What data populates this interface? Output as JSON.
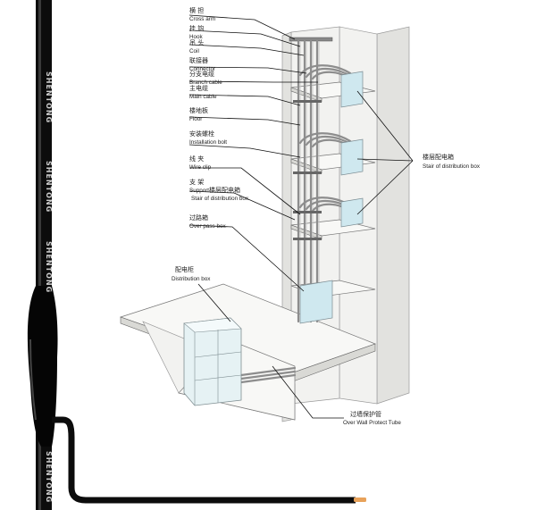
{
  "labels": [
    {
      "zh": "横 担",
      "en": "Cross arm"
    },
    {
      "zh": "挂 钩",
      "en": "Hook"
    },
    {
      "zh": "吊 头",
      "en": "Coil"
    },
    {
      "zh": "联接器",
      "en": "Connector"
    },
    {
      "zh": "分支电缆",
      "en": "Branch cable"
    },
    {
      "zh": "主电缆",
      "en": "Main cable"
    },
    {
      "zh": "楼地板",
      "en": "Floor"
    },
    {
      "zh": "安装螺栓",
      "en": "Installation bolt"
    },
    {
      "zh": "线 夹",
      "en": "Wire clip"
    },
    {
      "zh": "支 架",
      "en": "Support"
    },
    {
      "zh": "楼层配电箱",
      "en": "Stair of distribution box"
    },
    {
      "zh": "过路箱",
      "en": "Over pass box"
    },
    {
      "zh": "配电柜",
      "en": "Distribution box"
    },
    {
      "zh": "楼层配电箱",
      "en": "Stair of distribution box"
    },
    {
      "zh": "过墙保护管",
      "en": "Over Wall Protect Tube"
    }
  ],
  "brand": "SHENTONG",
  "colors": {
    "box_fill": "#cfe8ef",
    "cable_sheath": "#111111",
    "conductor": "#e8a25a"
  }
}
